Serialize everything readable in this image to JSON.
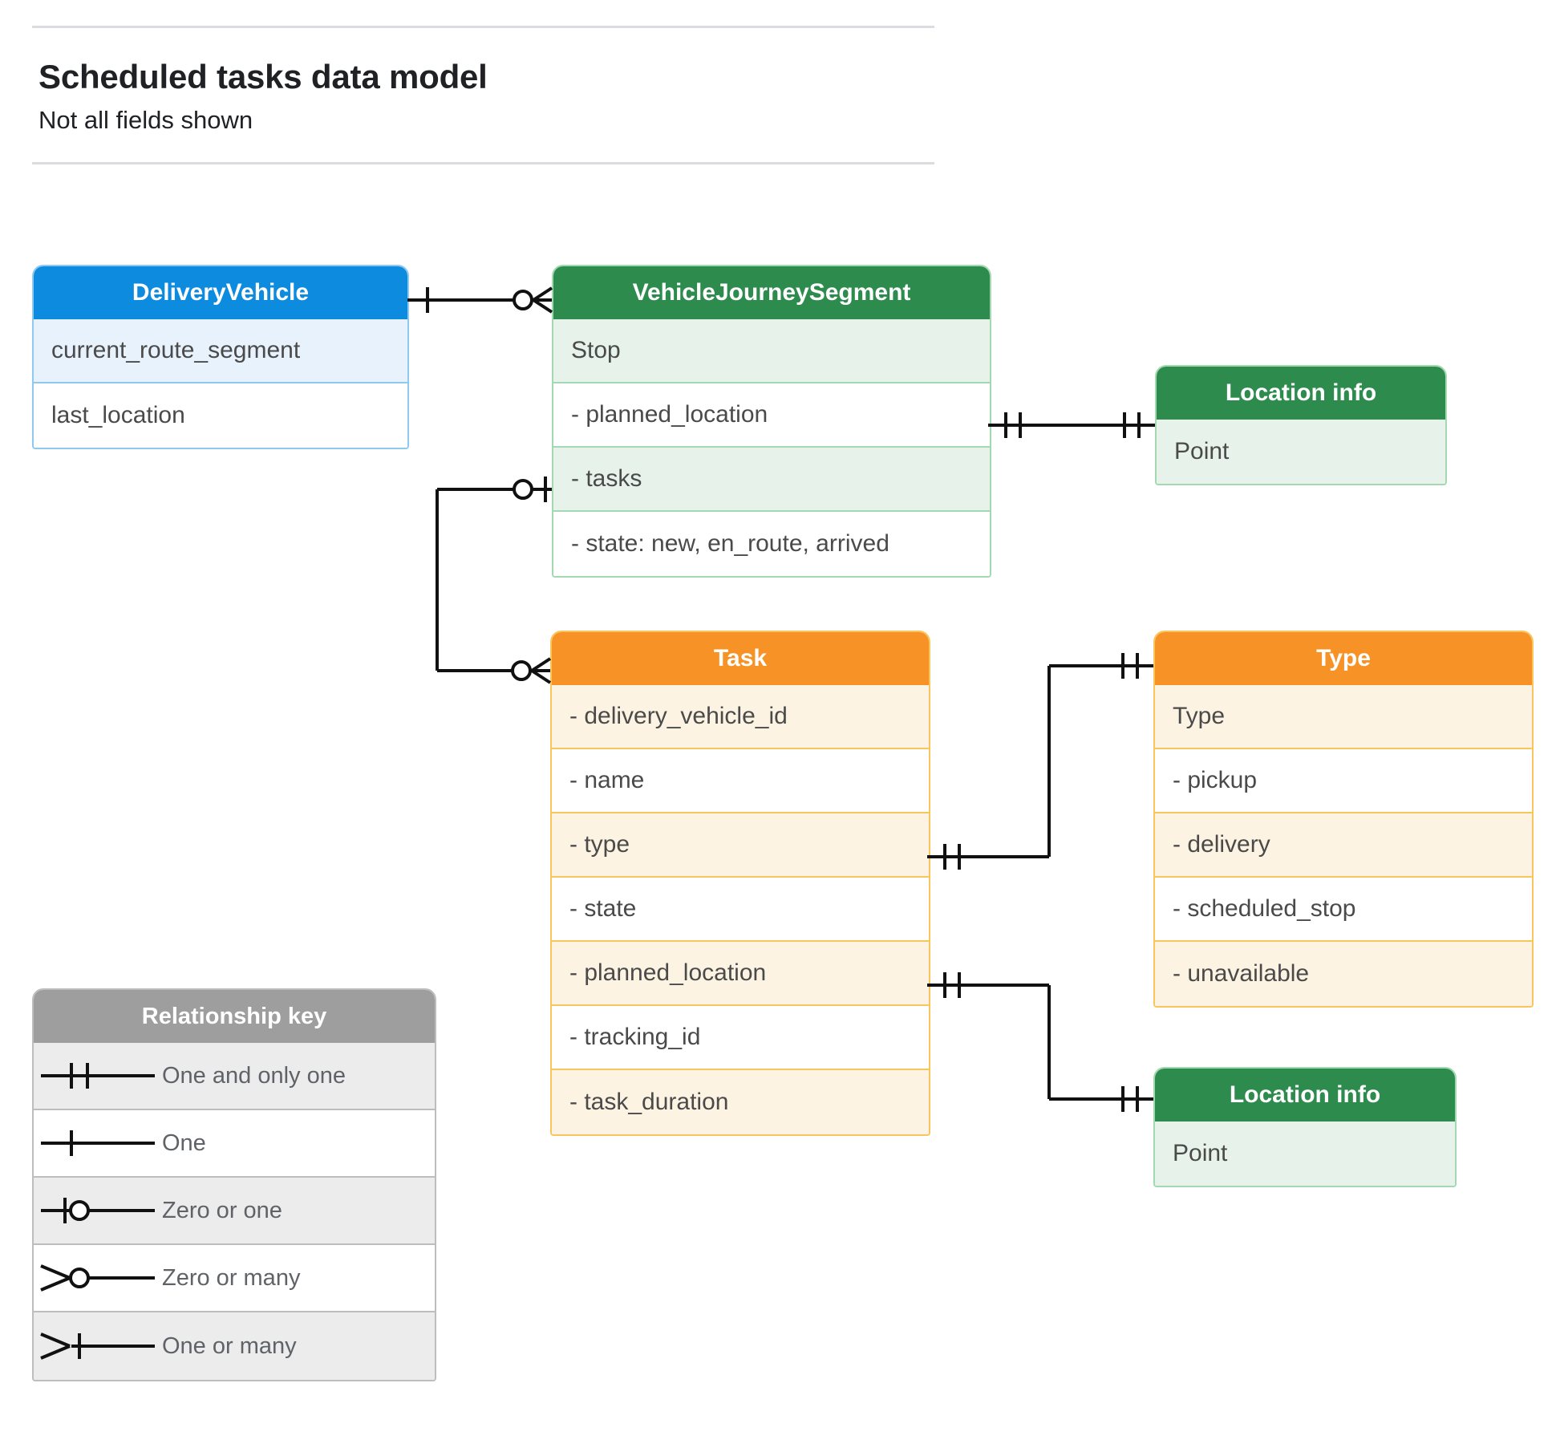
{
  "header": {
    "title": "Scheduled tasks data model",
    "subtitle": "Not all fields shown"
  },
  "colors": {
    "blue_header": "#0d8bdf",
    "blue_row": "#e8f2fd",
    "blue_border": "#90c9f0",
    "green_header": "#2e8b4e",
    "green_row": "#e7f3ea",
    "green_border": "#a3d9b1",
    "orange_header": "#f79326",
    "orange_row": "#fdf3e2",
    "orange_border": "#fbc55e",
    "grey_header": "#9e9e9e",
    "grey_row": "#ececec",
    "line": "#111111",
    "text": "#4a4a4a"
  },
  "entities": {
    "delivery_vehicle": {
      "title": "DeliveryVehicle",
      "rows": [
        "current_route_segment",
        "last_location"
      ]
    },
    "vehicle_journey_segment": {
      "title": "VehicleJourneySegment",
      "rows": [
        "Stop",
        "-  planned_location",
        "- tasks",
        "- state: new, en_route, arrived"
      ]
    },
    "location_info_top": {
      "title": "Location info",
      "rows": [
        "Point"
      ]
    },
    "location_info_bottom": {
      "title": "Location info",
      "rows": [
        "Point"
      ]
    },
    "task": {
      "title": "Task",
      "rows": [
        "- delivery_vehicle_id",
        "- name",
        "- type",
        "- state",
        "- planned_location",
        "- tracking_id",
        "- task_duration"
      ]
    },
    "type": {
      "title": "Type",
      "rows": [
        "Type",
        "-   pickup",
        "-   delivery",
        "-   scheduled_stop",
        "-   unavailable"
      ]
    }
  },
  "relationship_key": {
    "title": "Relationship key",
    "items": [
      {
        "glyph": "one-and-only-one-icon",
        "label": "One and only one"
      },
      {
        "glyph": "one-icon",
        "label": "One"
      },
      {
        "glyph": "zero-or-one-icon",
        "label": "Zero or one"
      },
      {
        "glyph": "zero-or-many-icon",
        "label": "Zero or many"
      },
      {
        "glyph": "one-or-many-icon",
        "label": "One or many"
      }
    ]
  },
  "relationships": [
    {
      "from": "delivery_vehicle",
      "from_cardinality": "one",
      "to": "vehicle_journey_segment",
      "to_cardinality": "zero-or-many"
    },
    {
      "from": "vehicle_journey_segment.planned_location",
      "from_cardinality": "one-and-only-one",
      "to": "location_info_top",
      "to_cardinality": "one-and-only-one"
    },
    {
      "from": "vehicle_journey_segment.tasks",
      "from_cardinality": "zero-or-one",
      "to": "task",
      "to_cardinality": "zero-or-many"
    },
    {
      "from": "task.type",
      "from_cardinality": "one-and-only-one",
      "to": "type",
      "to_cardinality": "one-and-only-one"
    },
    {
      "from": "task.planned_location",
      "from_cardinality": "one-and-only-one",
      "to": "location_info_bottom",
      "to_cardinality": "one-and-only-one"
    }
  ]
}
